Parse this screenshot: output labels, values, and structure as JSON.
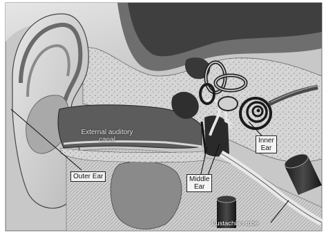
{
  "labels": {
    "external_canal": [
      "External auditory",
      "canal"
    ],
    "inner_ear": [
      "Inner",
      "Ear"
    ],
    "outer_ear": "Outer Ear",
    "middle_ear": [
      "Middle",
      "Ear"
    ],
    "eustachian_tube": "Eustachian tube"
  },
  "colors": {
    "background": "#ffffff",
    "bone": "#d2d2d2",
    "dark_tissue": "#3a3a3a",
    "cartilage": "#bdbdbd"
  }
}
